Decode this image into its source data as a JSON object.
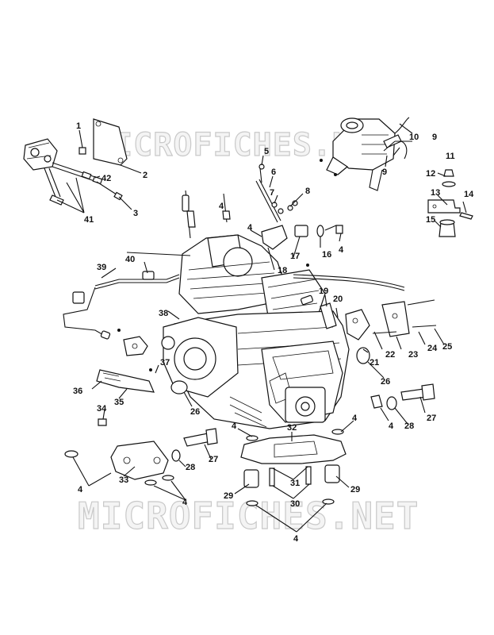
{
  "watermark": {
    "top": "MICROFICHES.NET",
    "bottom": "MICROFICHES.NET"
  },
  "callouts": [
    "1",
    "2",
    "3",
    "4",
    "5",
    "6",
    "7",
    "8",
    "9",
    "10",
    "11",
    "12",
    "13",
    "14",
    "15",
    "16",
    "17",
    "18",
    "19",
    "20",
    "21",
    "22",
    "23",
    "24",
    "25",
    "26",
    "27",
    "28",
    "29",
    "30",
    "31",
    "32",
    "33",
    "34",
    "35",
    "36",
    "37",
    "38",
    "39",
    "40",
    "41",
    "42"
  ]
}
